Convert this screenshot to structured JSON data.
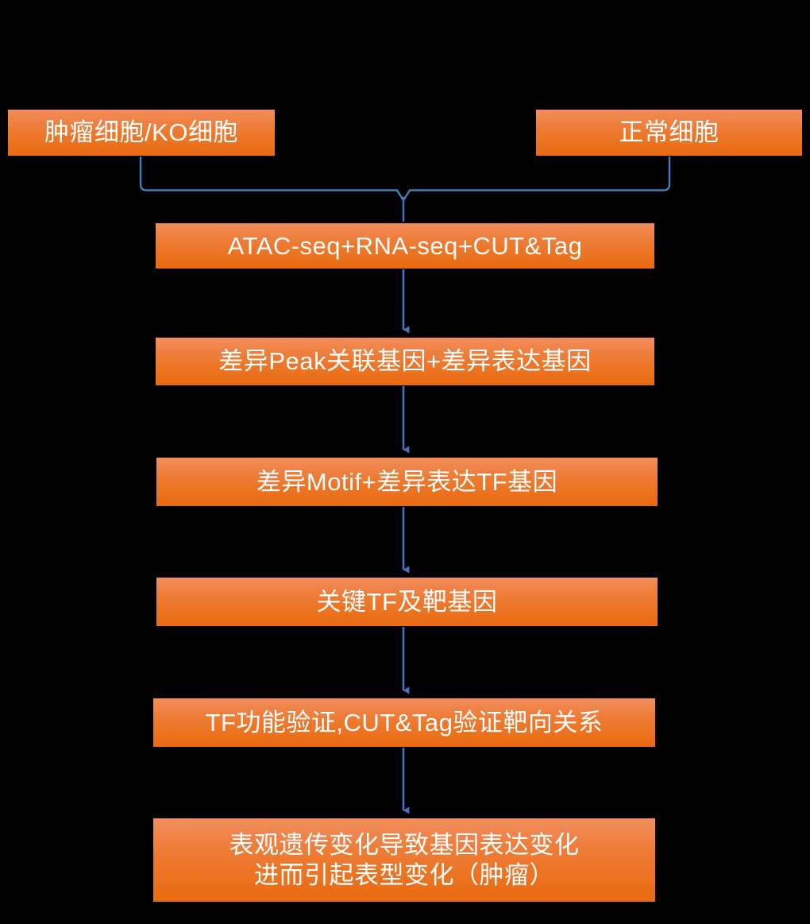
{
  "diagram": {
    "title": "Epigenetic analysis workflow flowchart",
    "background_color": "#000000",
    "box_fill_top": "#f18e5e",
    "box_fill_bottom": "#e96a11",
    "box_text_color": "#ffffff",
    "connector_color": "#4a80c8",
    "arrow_color": "#4472c4",
    "nodes": [
      {
        "id": "tumor",
        "label": "肿瘤细胞/KO细胞"
      },
      {
        "id": "normal",
        "label": "正常细胞"
      },
      {
        "id": "assays",
        "label": "ATAC-seq+RNA-seq+CUT&Tag"
      },
      {
        "id": "genes",
        "label": "差异Peak关联基因+差异表达基因"
      },
      {
        "id": "motif",
        "label": "差异Motif+差异表达TF基因"
      },
      {
        "id": "keytf",
        "label": "关键TF及靶基因"
      },
      {
        "id": "valid",
        "label": "TF功能验证,CUT&Tag验证靶向关系"
      },
      {
        "id": "concl",
        "label": "表观遗传变化导致基因表达变化\n进而引起表型变化（肿瘤）"
      }
    ],
    "edges": [
      {
        "from": "tumor",
        "to": "assays",
        "kind": "bracket-merge"
      },
      {
        "from": "normal",
        "to": "assays",
        "kind": "bracket-merge"
      },
      {
        "from": "assays",
        "to": "genes",
        "kind": "arrow-down"
      },
      {
        "from": "genes",
        "to": "motif",
        "kind": "arrow-down"
      },
      {
        "from": "motif",
        "to": "keytf",
        "kind": "arrow-down"
      },
      {
        "from": "keytf",
        "to": "valid",
        "kind": "arrow-down"
      },
      {
        "from": "valid",
        "to": "concl",
        "kind": "arrow-down"
      }
    ]
  }
}
